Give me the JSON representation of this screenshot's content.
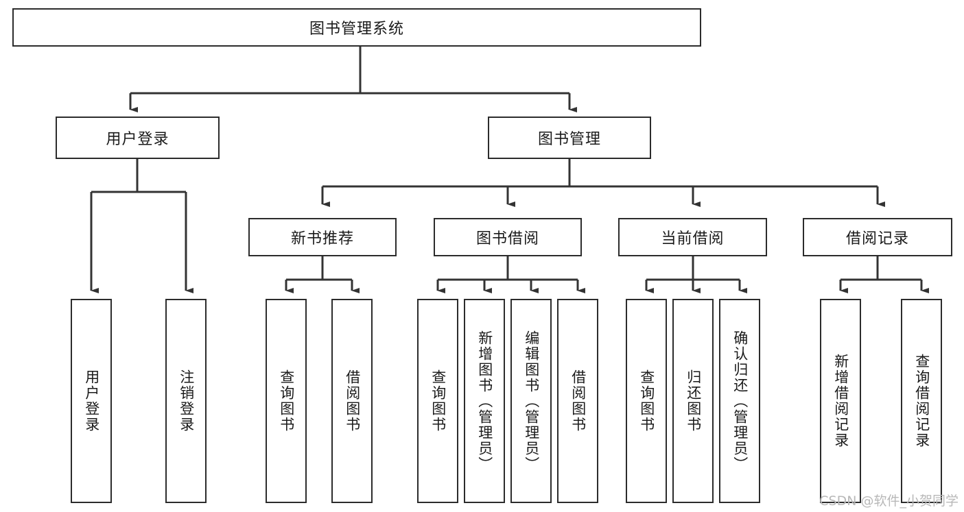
{
  "diagram": {
    "title": "图书管理系统",
    "type": "hierarchy-tree",
    "watermark": "CSDN @软件_小贺同学",
    "colors": {
      "box_border": "#2b2b2b",
      "box_fill": "#ffffff",
      "line": "#333333",
      "text": "#1a1a1a",
      "watermark": "#b8b8b8",
      "background": "#ffffff"
    },
    "root": {
      "label": "图书管理系统"
    },
    "level2": [
      {
        "label": "用户登录"
      },
      {
        "label": "图书管理"
      }
    ],
    "level3": [
      {
        "label": "新书推荐"
      },
      {
        "label": "图书借阅"
      },
      {
        "label": "当前借阅"
      },
      {
        "label": "借阅记录"
      }
    ],
    "leaves": {
      "user_login": [
        {
          "label": "用户登录"
        },
        {
          "label": "注销登录"
        }
      ],
      "new_book_recommend": [
        {
          "label": "查询图书"
        },
        {
          "label": "借阅图书"
        }
      ],
      "book_borrow": [
        {
          "label": "查询图书"
        },
        {
          "label": "新增图书（管理员）"
        },
        {
          "label": "编辑图书（管理员）"
        },
        {
          "label": "借阅图书"
        }
      ],
      "current_borrow": [
        {
          "label": "查询图书"
        },
        {
          "label": "归还图书"
        },
        {
          "label": "确认归还（管理员）"
        }
      ],
      "borrow_record": [
        {
          "label": "新增借阅记录"
        },
        {
          "label": "查询借阅记录"
        }
      ]
    }
  }
}
